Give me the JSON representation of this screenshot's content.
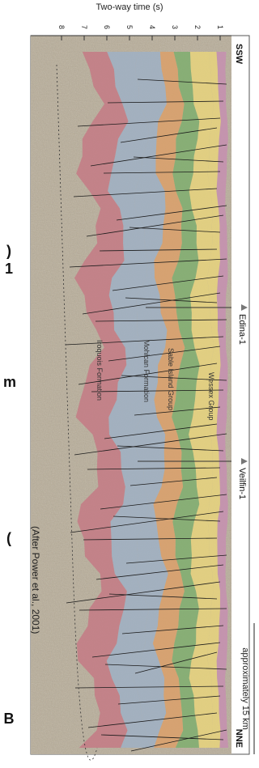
{
  "figure": {
    "direction_left": "SSW",
    "direction_right": "NNE",
    "scale_label": "approximately 15 km",
    "y_axis_label": "Two-way time (s)",
    "y_ticks": [
      "1",
      "2",
      "3",
      "4",
      "5",
      "6",
      "7",
      "8"
    ],
    "wells": [
      {
        "name": "Edina-1"
      },
      {
        "name": "Veilfin-1"
      }
    ],
    "unit_labels": [
      "Wessex Group",
      "Sable Island Group",
      "Mohican Formation",
      "Iroquois Formation"
    ],
    "credit": "(After Power et al., 2001)"
  },
  "left_strip": {
    "glyphs": [
      "B",
      "(",
      "m",
      "1",
      ")"
    ]
  },
  "colors": {
    "background_rock": "#b8ad98",
    "red": "#c47a85",
    "blue": "#9fb0c4",
    "green": "#7fae6e",
    "orange": "#dba06a",
    "yellow": "#e8d37c",
    "purple": "#c58fb0"
  }
}
